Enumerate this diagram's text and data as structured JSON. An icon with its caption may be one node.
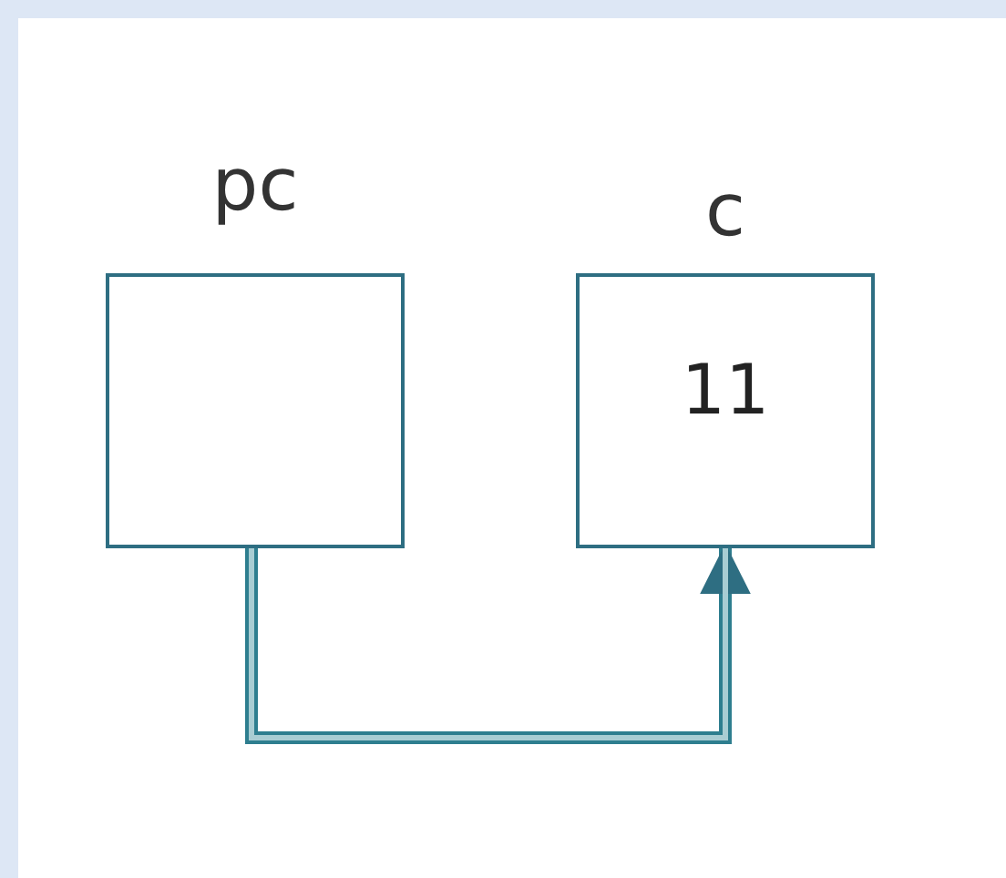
{
  "diagram": {
    "nodes": [
      {
        "text": [
          "pc"
        ]
      },
      {
        "text": [
          "c",
          "11"
        ]
      }
    ],
    "edges": [
      {
        "from": 0,
        "to": 1,
        "arrow": "to"
      }
    ]
  }
}
